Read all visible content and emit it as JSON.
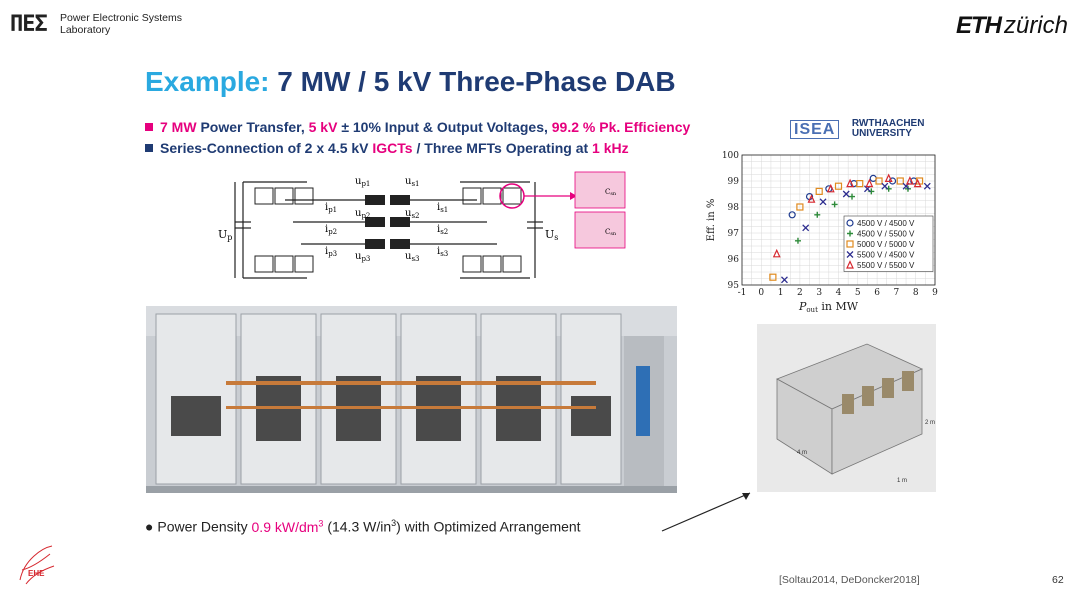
{
  "header": {
    "pes_logo_text": "ΠΕΣ",
    "lab_line1": "Power Electronic Systems",
    "lab_line2": "Laboratory",
    "eth_bold": "ETH",
    "eth_rest": "zürich"
  },
  "title": {
    "highlight": "Example:",
    "rest": "7 MW / 5 kV Three-Phase DAB"
  },
  "bullets": [
    {
      "color": "#e6007e",
      "parts": [
        {
          "t": "7 MW",
          "mag": true
        },
        {
          "t": " Power Transfer, ",
          "mag": false
        },
        {
          "t": "5 kV",
          "mag": true
        },
        {
          "t": " ± 10% Input & Output Voltages, ",
          "mag": false
        },
        {
          "t": "99.2 % Pk. Efficiency",
          "mag": true
        }
      ]
    },
    {
      "color": "#1f3b73",
      "parts": [
        {
          "t": "Series-Connection of 2 x 4.5 kV ",
          "mag": false
        },
        {
          "t": "IGCTs",
          "mag": true
        },
        {
          "t": " / Three MFTs Operating at ",
          "mag": false
        },
        {
          "t": "1 kHz",
          "mag": true
        }
      ]
    }
  ],
  "affiliations": {
    "isea": "ISEA",
    "rwth_line1": "RWTHAACHEN",
    "rwth_line2": "UNIVERSITY"
  },
  "circuit": {
    "up": "U",
    "up_sub": "p",
    "us": "U",
    "us_sub": "s",
    "up1": "u",
    "up1_sub": "p1",
    "us1": "u",
    "us1_sub": "s1",
    "up2": "u",
    "up2_sub": "p2",
    "us2": "u",
    "us2_sub": "s2",
    "up3": "u",
    "up3_sub": "p3",
    "us3": "u",
    "us3_sub": "s3",
    "ip1": "i",
    "ip1_sub": "p1",
    "is1": "i",
    "is1_sub": "s1",
    "ip2": "i",
    "ip2_sub": "p2",
    "is2": "i",
    "is2_sub": "s2",
    "ip3": "i",
    "ip3_sub": "p3",
    "is3": "i",
    "is3_sub": "s3",
    "csn": "C",
    "csn_sub": "sn"
  },
  "chart_data": {
    "type": "scatter",
    "ylabel": "Eff. in %",
    "xlabel_main": "P",
    "xlabel_sub": "out",
    "xlabel_rest": " in MW",
    "xlim": [
      -1,
      9
    ],
    "ylim": [
      95,
      100
    ],
    "xticks": [
      -1,
      0,
      1,
      2,
      3,
      4,
      5,
      6,
      7,
      8,
      9
    ],
    "yticks": [
      95,
      96,
      97,
      98,
      99,
      100
    ],
    "grid": true,
    "legend_position": "bottom-right",
    "series": [
      {
        "name": "4500 V / 4500 V",
        "marker": "circle",
        "color": "#1f3b8f",
        "points": [
          [
            1.6,
            97.7
          ],
          [
            2.5,
            98.4
          ],
          [
            3.5,
            98.7
          ],
          [
            4.8,
            98.9
          ],
          [
            5.8,
            99.1
          ],
          [
            6.8,
            99.0
          ],
          [
            7.9,
            99.0
          ]
        ]
      },
      {
        "name": "4500 V / 5500 V",
        "marker": "plus",
        "color": "#2e8b3a",
        "points": [
          [
            1.9,
            96.7
          ],
          [
            2.9,
            97.7
          ],
          [
            3.8,
            98.1
          ],
          [
            4.7,
            98.4
          ],
          [
            5.7,
            98.6
          ],
          [
            6.6,
            98.7
          ],
          [
            7.6,
            98.7
          ]
        ]
      },
      {
        "name": "5000 V / 5000 V",
        "marker": "square",
        "color": "#e08a1e",
        "points": [
          [
            0.6,
            95.3
          ],
          [
            2.0,
            98.0
          ],
          [
            3.0,
            98.6
          ],
          [
            4.0,
            98.8
          ],
          [
            5.1,
            98.9
          ],
          [
            6.1,
            99.0
          ],
          [
            7.2,
            99.0
          ],
          [
            8.2,
            99.0
          ]
        ]
      },
      {
        "name": "5500 V / 4500 V",
        "marker": "x",
        "color": "#2d2d8f",
        "points": [
          [
            1.2,
            95.2
          ],
          [
            2.3,
            97.2
          ],
          [
            3.2,
            98.2
          ],
          [
            4.4,
            98.5
          ],
          [
            5.5,
            98.7
          ],
          [
            6.4,
            98.8
          ],
          [
            7.5,
            98.8
          ],
          [
            8.6,
            98.8
          ]
        ]
      },
      {
        "name": "5500 V / 5500 V",
        "marker": "triangle",
        "color": "#d6282f",
        "points": [
          [
            0.8,
            96.2
          ],
          [
            2.6,
            98.3
          ],
          [
            3.6,
            98.7
          ],
          [
            4.6,
            98.9
          ],
          [
            5.6,
            98.9
          ],
          [
            6.6,
            99.1
          ],
          [
            7.7,
            99.0
          ],
          [
            8.1,
            98.9
          ]
        ]
      }
    ]
  },
  "render": {
    "label_4m": "4 m",
    "label_2m": "2 m",
    "label_1m": "1 m"
  },
  "footer": {
    "bullet": "●",
    "pre": "Power Density ",
    "value_pre": "0.9 kW/dm",
    "value_sup": "3",
    "mid_pre": " (14.3 W/in",
    "mid_sup": "3",
    "mid_post": ") with Optimized Arrangement"
  },
  "citation": "[Soltau2014, DeDoncker2018]",
  "page_number": "62",
  "ehe_logo": "EHE"
}
